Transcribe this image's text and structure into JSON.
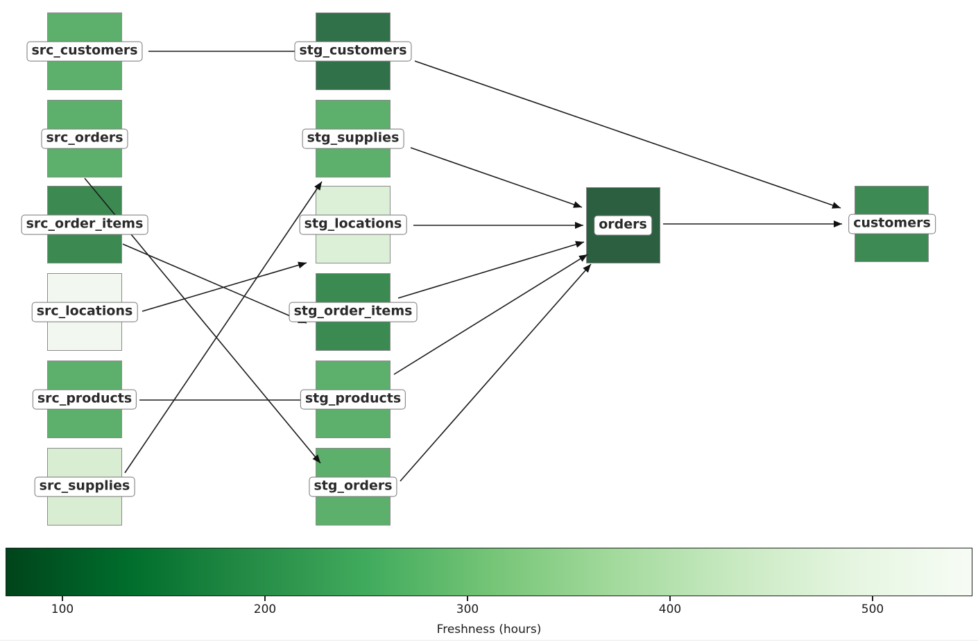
{
  "diagram": {
    "type": "dag",
    "description": "Data lineage graph of source, staging and mart models colored by freshness",
    "colormap": "Greens_r"
  },
  "nodes": [
    {
      "id": "src_customers",
      "label": "src_customers",
      "color": "#5cb06c",
      "column": "source"
    },
    {
      "id": "src_orders",
      "label": "src_orders",
      "color": "#5cb06c",
      "column": "source"
    },
    {
      "id": "src_order_items",
      "label": "src_order_items",
      "color": "#3c8a51",
      "column": "source"
    },
    {
      "id": "src_locations",
      "label": "src_locations",
      "color": "#f2f8f0",
      "column": "source"
    },
    {
      "id": "src_products",
      "label": "src_products",
      "color": "#5cb06c",
      "column": "source"
    },
    {
      "id": "src_supplies",
      "label": "src_supplies",
      "color": "#d9edd3",
      "column": "source"
    },
    {
      "id": "stg_customers",
      "label": "stg_customers",
      "color": "#30714a",
      "column": "staging"
    },
    {
      "id": "stg_supplies",
      "label": "stg_supplies",
      "color": "#5cb06c",
      "column": "staging"
    },
    {
      "id": "stg_locations",
      "label": "stg_locations",
      "color": "#dcefd7",
      "column": "staging"
    },
    {
      "id": "stg_order_items",
      "label": "stg_order_items",
      "color": "#3a8a52",
      "column": "staging"
    },
    {
      "id": "stg_products",
      "label": "stg_products",
      "color": "#5cb06c",
      "column": "staging"
    },
    {
      "id": "stg_orders",
      "label": "stg_orders",
      "color": "#5cb06c",
      "column": "staging"
    },
    {
      "id": "orders",
      "label": "orders",
      "color": "#2c5f40",
      "column": "mart"
    },
    {
      "id": "customers",
      "label": "customers",
      "color": "#3e8a55",
      "column": "mart"
    }
  ],
  "edges": [
    [
      "src_customers",
      "stg_customers"
    ],
    [
      "src_orders",
      "stg_orders"
    ],
    [
      "src_order_items",
      "stg_order_items"
    ],
    [
      "src_locations",
      "stg_locations"
    ],
    [
      "src_products",
      "stg_products"
    ],
    [
      "src_supplies",
      "stg_supplies"
    ],
    [
      "stg_customers",
      "customers"
    ],
    [
      "stg_supplies",
      "orders"
    ],
    [
      "stg_locations",
      "orders"
    ],
    [
      "stg_order_items",
      "orders"
    ],
    [
      "stg_products",
      "orders"
    ],
    [
      "stg_orders",
      "orders"
    ],
    [
      "orders",
      "customers"
    ]
  ],
  "colorbar": {
    "label": "Freshness (hours)",
    "ticks": [
      "100",
      "200",
      "300",
      "400",
      "500"
    ],
    "gradient": [
      "#00441b",
      "#006d2c",
      "#238b45",
      "#41ab5d",
      "#74c476",
      "#a1d99b",
      "#c7e9c0",
      "#e5f5e0",
      "#f7fcf5"
    ]
  }
}
